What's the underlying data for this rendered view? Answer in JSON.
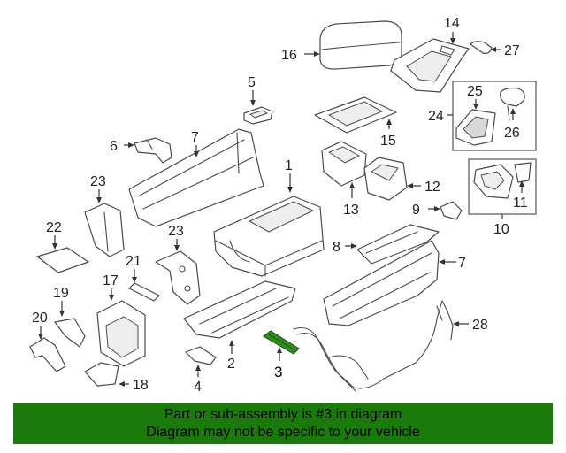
{
  "callouts": {
    "c1": "1",
    "c2": "2",
    "c3": "3",
    "c4": "4",
    "c5": "5",
    "c6": "6",
    "c7a": "7",
    "c7b": "7",
    "c8": "8",
    "c9": "9",
    "c10": "10",
    "c11": "11",
    "c12": "12",
    "c13": "13",
    "c14": "14",
    "c15": "15",
    "c16": "16",
    "c17": "17",
    "c18": "18",
    "c19": "19",
    "c20": "20",
    "c21": "21",
    "c22": "22",
    "c23a": "23",
    "c23b": "23",
    "c24": "24",
    "c25": "25",
    "c26": "26",
    "c27": "27",
    "c28": "28"
  },
  "banner": {
    "line1": "Part or sub-assembly is #3 in diagram",
    "line2": "Diagram may not be specific to your vehicle"
  },
  "colors": {
    "banner_bg": "#1a7a0a",
    "highlight_part": "#2f8f1a",
    "line": "#4a4a4a"
  }
}
